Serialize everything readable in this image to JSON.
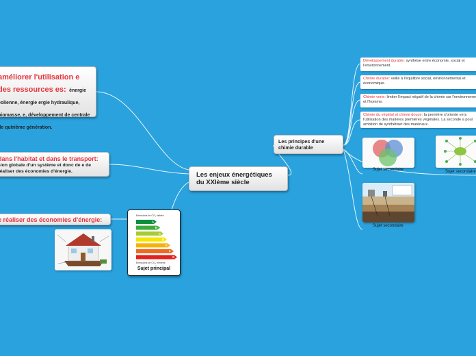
{
  "central": {
    "title": "Les enjeux énergétiques du XXIème siècle"
  },
  "left_nodes": [
    {
      "red": "améliorer l'utilisation e des ressources es:",
      "black": "énergie éolienne, énergie ergie hydraulique, biomasse, e, développement de centrale de qutrième génération."
    },
    {
      "red": "dans l'habitat et dans le transport:",
      "black": "sion globale d'un système et donc de e de réaliser des économies d'énergie."
    },
    {
      "red": "e réaliser des économies d'énergie:"
    }
  ],
  "principles": {
    "title": "Les principes d'une chimie durable",
    "definitions": [
      {
        "term": "Développement durable:",
        "text": " synthèse entre économie, social et l'environnement."
      },
      {
        "term": "Chimie durable:",
        "text": " veille à l'équilibre social, environnemental et économique."
      },
      {
        "term": "Chimie verte:",
        "text": " limiter l'impact négatif de la chimie sur l'environnement et l'homme."
      },
      {
        "term": "Chimie du végétal et chimie douce:",
        "text": " la première s'oriente vers l'utilisation des matières premières végétales. La seconde a pour ambition de synthétiser des matériaux."
      }
    ]
  },
  "captions": {
    "secondary": "Sujet secondaire",
    "main": "Sujet principal"
  },
  "energy_label": {
    "top": "Emissions de CO₂ faibles",
    "bottom": "Emissions de CO₂ élevées",
    "classes": [
      "A",
      "B",
      "C",
      "D",
      "E",
      "F",
      "G"
    ],
    "colors": [
      "#0a8f3c",
      "#3cae3a",
      "#a7cb34",
      "#f3e600",
      "#f6b10e",
      "#ee6a1e",
      "#e2201c"
    ]
  },
  "colors": {
    "background": "#2aa2de",
    "accent_red": "#e5333c"
  }
}
